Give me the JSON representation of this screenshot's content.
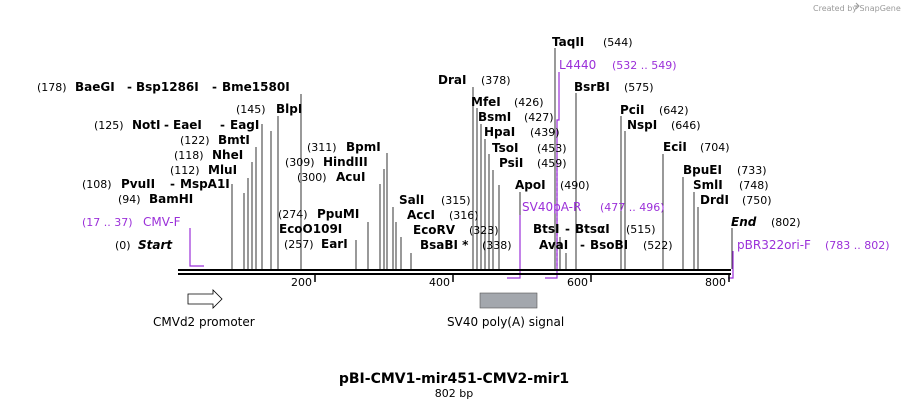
{
  "credit": "Created by SnapGene",
  "title": "pBI-CMV1-mir451-CMV2-mir1",
  "subtitle": "802 bp",
  "total_bp": 802,
  "ticks": [
    "200",
    "400",
    "600",
    "800"
  ],
  "sites": [
    {
      "name": "TaqII",
      "pos": "(544)"
    },
    {
      "name": "DraI",
      "pos": "(378)"
    },
    {
      "name": "MfeI",
      "pos": "(426)"
    },
    {
      "name": "BsmI",
      "pos": "(427)"
    },
    {
      "name": "HpaI",
      "pos": "(439)"
    },
    {
      "name": "TsoI",
      "pos": "(453)"
    },
    {
      "name": "PsiI",
      "pos": "(459)"
    },
    {
      "name": "ApoI",
      "pos": "(490)"
    },
    {
      "name": "BsrBI",
      "pos": "(575)"
    },
    {
      "name": "PciI",
      "pos": "(642)"
    },
    {
      "name": "NspI",
      "pos": "(646)"
    },
    {
      "name": "EciI",
      "pos": "(704)"
    },
    {
      "name": "BpuEI",
      "pos": "(733)"
    },
    {
      "name": "SmlI",
      "pos": "(748)"
    },
    {
      "name": "DrdI",
      "pos": "(750)"
    },
    {
      "name": "Bme1580I",
      "pos": ""
    },
    {
      "name": "BlpI",
      "pos": "(145)"
    },
    {
      "name": "BmtI",
      "pos": "(122)"
    },
    {
      "name": "NheI",
      "pos": "(118)"
    },
    {
      "name": "MluI",
      "pos": "(112)"
    },
    {
      "name": "BamHI",
      "pos": "(94)"
    },
    {
      "name": "BpmI",
      "pos": "(311)"
    },
    {
      "name": "HindIII",
      "pos": "(309)"
    },
    {
      "name": "AcuI",
      "pos": "(300)"
    },
    {
      "name": "PpuMI",
      "pos": "(274)"
    },
    {
      "name": "EcoO109I",
      "pos": "(257)"
    },
    {
      "name": "EarI",
      "pos": ""
    },
    {
      "name": "SalI",
      "pos": "(315)"
    },
    {
      "name": "AccI",
      "pos": "(316)"
    },
    {
      "name": "EcoRV",
      "pos": "(323)"
    },
    {
      "name": "BsaBI *",
      "pos": "(338)"
    },
    {
      "name": "BtsI",
      "pos": ""
    },
    {
      "name": "AvaI",
      "pos": ""
    }
  ],
  "grouped_sites": [
    {
      "pos": "(178)",
      "names": [
        "BaeGI",
        "Bsp1286I",
        "Bme1580I"
      ]
    },
    {
      "pos": "(125)",
      "names": [
        "NotI",
        "EaeI",
        "EagI"
      ]
    },
    {
      "pos": "(108)",
      "names": [
        "PvuII",
        "MspA1I"
      ]
    },
    {
      "pos": "(515)",
      "names": [
        "BtsI",
        "BtsαI"
      ]
    },
    {
      "pos": "(522)",
      "names": [
        "AvaI",
        "BsoBI"
      ]
    }
  ],
  "primers": [
    {
      "name": "CMV-F",
      "range": "(17 .. 37)"
    },
    {
      "name": "L4440",
      "range": "(532 .. 549)"
    },
    {
      "name": "SV40pA-R",
      "range": "(477 .. 496)"
    },
    {
      "name": "pBR322ori-F",
      "range": "(783 .. 802)"
    }
  ],
  "ends": {
    "start_label": "Start",
    "start_pos": "(0)",
    "end_label": "End",
    "end_pos": "(802)"
  },
  "features": [
    {
      "name": "CMVd2 promoter"
    },
    {
      "name": "SV40 poly(A) signal"
    }
  ],
  "colors": {
    "primer": "#9b30d9",
    "feature_box": "#a3a7ad",
    "backbone": "#000000"
  }
}
